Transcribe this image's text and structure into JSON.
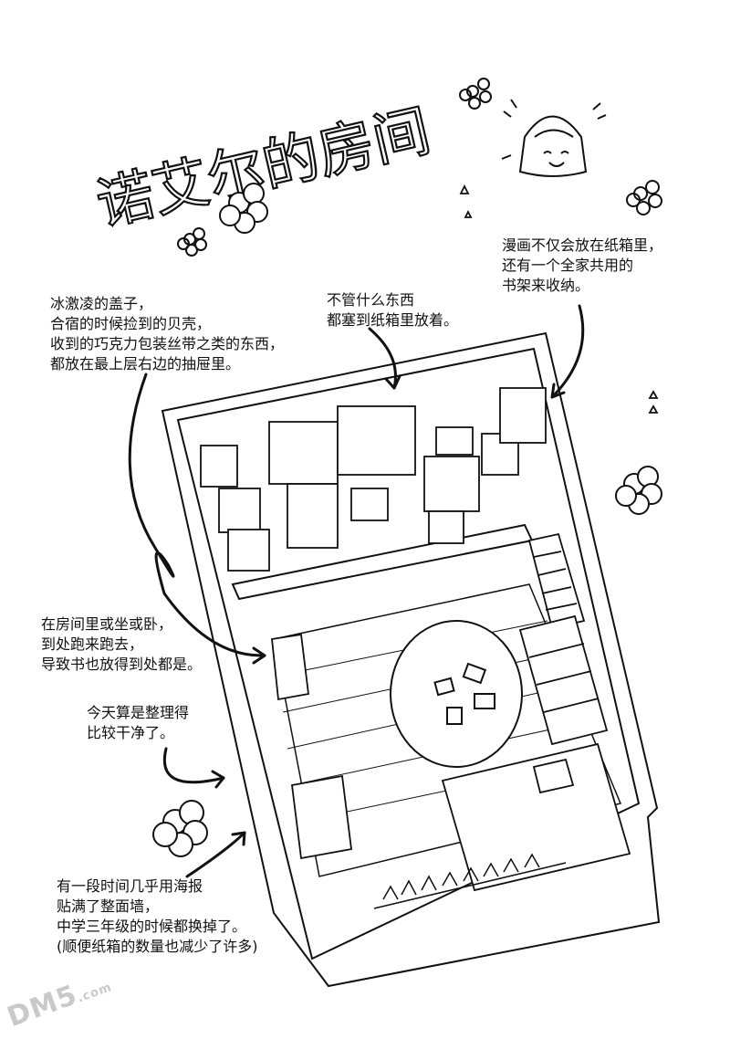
{
  "title": "诺艾尔的房间",
  "notes": {
    "manga": [
      "漫画不仅会放在纸箱里，",
      "还有一个全家共用的",
      "书架来收纳。"
    ],
    "lid": [
      "冰激凌的盖子，",
      "合宿的时候捡到的贝壳，",
      "收到的巧克力包装丝带之类的东西，",
      "都放在最上层右边的抽屉里。"
    ],
    "boxes": [
      "不管什么东西",
      "都塞到纸箱里放着。"
    ],
    "books": [
      "在房间里或坐或卧，",
      "到处跑来跑去，",
      "导致书也放得到处都是。"
    ],
    "tidy": [
      "今天算是整理得",
      "比较干净了。"
    ],
    "poster": [
      "有一段时间几乎用海报",
      "贴满了整面墙，",
      "中学三年级的时候都换掉了。",
      "(顺便纸箱的数量也减少了许多)"
    ]
  },
  "watermark": {
    "main": "DM5",
    "sub": ".com"
  },
  "colors": {
    "ink": "#111111",
    "paper": "#ffffff",
    "watermark": "#c9c9c9"
  }
}
